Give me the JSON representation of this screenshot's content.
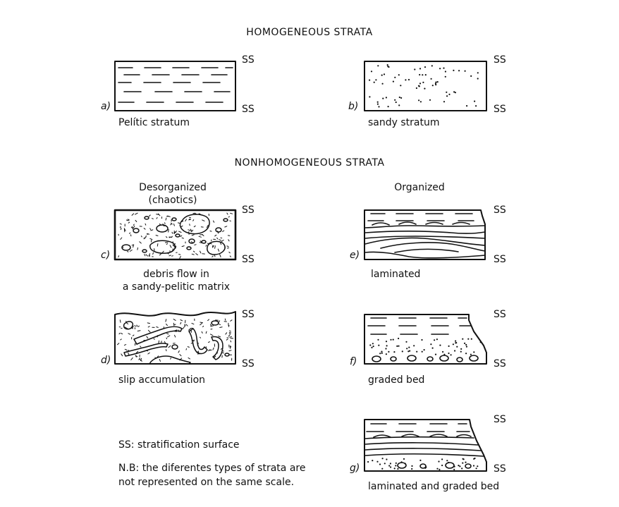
{
  "headings": {
    "homogeneous": "HOMOGENEOUS STRATA",
    "nonhomogeneous": "NONHOMOGENEOUS STRATA"
  },
  "subheadings": {
    "disorganized_line1": "Desorganized",
    "disorganized_line2": "(chaotics)",
    "organized": "Organized"
  },
  "ss_label": "SS",
  "panels": {
    "a": {
      "letter": "a)",
      "caption": "Pelític stratum"
    },
    "b": {
      "letter": "b)",
      "caption": "sandy stratum"
    },
    "c": {
      "letter": "c)",
      "caption_line1": "debris flow in",
      "caption_line2": "a sandy-pelitic matrix"
    },
    "d": {
      "letter": "d)",
      "caption": "slip accumulation"
    },
    "e": {
      "letter": "e)",
      "caption": "laminated"
    },
    "f": {
      "letter": "f)",
      "caption": "graded bed"
    },
    "g": {
      "letter": "g)",
      "caption": "laminated and graded bed"
    }
  },
  "notes": {
    "legend": "SS: stratification surface",
    "nb_line1": "N.B: the diferentes types of strata are",
    "nb_line2": "not represented on the same scale."
  }
}
